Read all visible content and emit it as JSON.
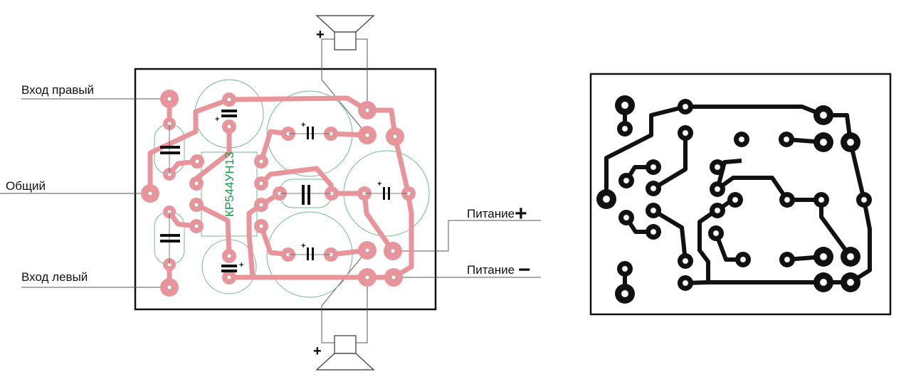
{
  "labels": {
    "input_right": "Вход правый",
    "common": "Общий",
    "input_left": "Вход левый",
    "power_plus": "Питание",
    "power_minus": "Питание",
    "plus_sign": "+",
    "minus_sign": "−"
  },
  "ic_label": "КР544УН13",
  "speaker_plus_top": "+",
  "speaker_plus_bottom": "+",
  "colors": {
    "trace": "#e8949b",
    "outline": "#6fb88f",
    "copper": "#111111",
    "ic_text": "#1a9a4a"
  }
}
